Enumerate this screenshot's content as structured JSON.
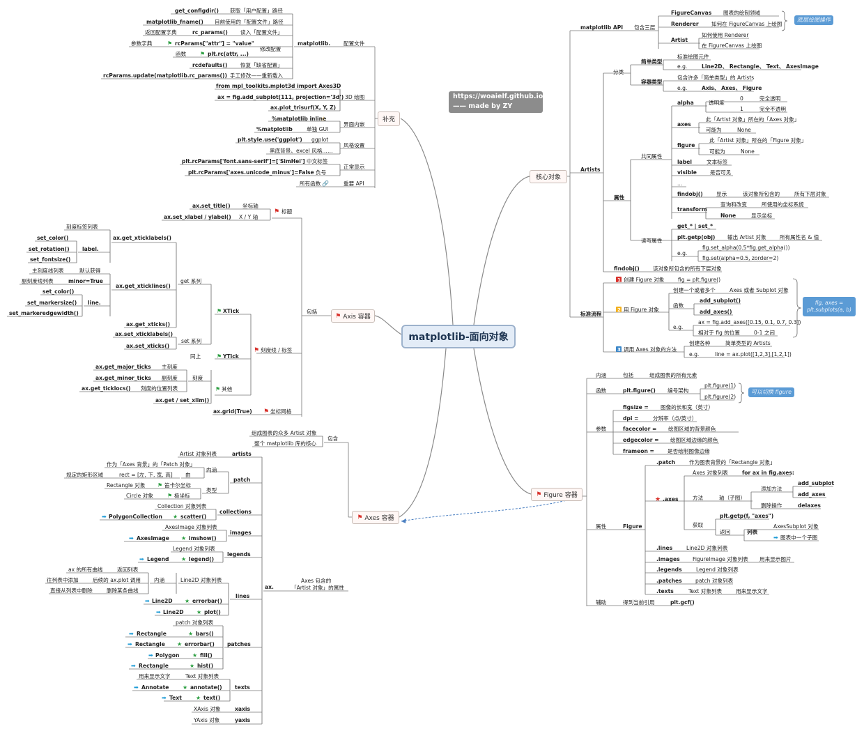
{
  "center": {
    "title": "matplotlib-面向对象"
  },
  "banner": {
    "line1": "https://woaielf.github.io/",
    "line2": "—— made by ZY"
  },
  "main_nodes": {
    "buchong": "补充",
    "axis": "Axis 容器",
    "axes": "Axes 容器",
    "core": "核心对象",
    "figure": "Figure 容器"
  },
  "blue_notes": {
    "bottom_layer": "底层绘图操作",
    "fig_axes": "fig, axes = plt.subplots(a, b)",
    "switch_figure": "可以切换 figure"
  },
  "labels": {
    "t1": "get_configdir()",
    "t2": "获取「用户配置」路径",
    "t3": "matplotlib_fname()",
    "t4": "目前使用的「配置文件」路径",
    "t5": "返回配置字典",
    "t6": "rc_params()",
    "t7": "读入「配置文件」",
    "t8": "参数字典",
    "t9": "rcParams[\"attr\"] = \"value\"",
    "t10": "函数",
    "t11": "plt.rc(attr, ...)",
    "t12": "修改配置",
    "t13": "rcdefaults()",
    "t14": "恢复「缺省配置」",
    "t15": "rcParams.update(matplotlib.rc_params())",
    "t16": "手工修改——重新载入",
    "t17": "matplotlib.",
    "t18": "配置文件",
    "t19": "from mpl_toolkits.mplot3d import Axes3D",
    "t20": "ax = fig.add_subplot(111, projection='3d')",
    "t21": "3D 绘图",
    "t22": "ax.plot_trisurf(X, Y, Z)",
    "t23": "%matplotlib inline",
    "t24": "%matplotlib",
    "t25": "单独 GUI",
    "t26": "界面内嵌",
    "t27": "plt.style.use('ggplot')",
    "t28": "ggplot",
    "t29": "黑底背景、excel 风格……",
    "t30": "风格设置",
    "t31": "plt.rcParams['font.sans-serif']=['SimHei']",
    "t32": "中文标签",
    "t33": "plt.rcParams['axes.unicode_minus']=False",
    "t34": "负号",
    "t35": "正常显示",
    "t36": "所有函数",
    "t37": "重要 API",
    "a1": "ax.set_title()",
    "a2": "坐标轴",
    "a3": "标题",
    "a4": "ax.set_xlabel / ylabel()",
    "a5": "X / Y 轴",
    "a6": "刻度标签列表",
    "a7": "ax.get_xticklabels()",
    "a8": "set_color()",
    "a9": "set_rotation()",
    "a10": "label.",
    "a11": "set_fontsize()",
    "a12": "主刻度线列表",
    "a13": "默认获得",
    "a14": "副刻度线列表",
    "a15": "minor=True",
    "a16": "ax.get_xticklines()",
    "a17": "set_color()",
    "a18": "set_markersize()",
    "a19": "line.",
    "a20": "set_markeredgewidth()",
    "a21": "get 系列",
    "a22": "XTick",
    "a23": "ax.get_xticks()",
    "a24": "ax.set_xticklabels()",
    "a25": "ax.set_xticks()",
    "a26": "set 系列",
    "a27": "同上",
    "a28": "YTick",
    "a29": "刻度线 / 标签",
    "a30": "包括",
    "a31": "ax.get_major_ticks",
    "a32": "主刻度",
    "a33": "ax.get_minor_ticks",
    "a34": "副刻度",
    "a35": "刻度",
    "a36": "ax.get_ticklocs()",
    "a37": "刻度的位置列表",
    "a38": "ax.get / set_xlim()",
    "a39": "其他",
    "a40": "ax.grid(True)",
    "a41": "坐标网格",
    "x1": "组成图表的众多 Artist 对象",
    "x2": "整个 matplotlib 库的核心",
    "x3": "包含",
    "x4": "Artist 对象列表",
    "x5": "artists",
    "x6": "作为「Axes 背景」的「Patch 对象」",
    "x7": "内涵",
    "x8": "规定的矩形区域",
    "x9": "rect = [左, 下, 宽, 高]",
    "x10": "由",
    "x11": "Rectangle 对象",
    "x12": "笛卡尔坐标",
    "x13": "类型",
    "x14": "patch",
    "x15": "Circle 对象",
    "x16": "极坐标",
    "x17": "Collection 对象列表",
    "x18": "PolygonCollection",
    "x19": "scatter()",
    "x20": "collections",
    "x21": "AxesImage 对象列表",
    "x22": "AxesImage",
    "x23": "imshow()",
    "x24": "images",
    "x25": "Legend 对象列表",
    "x26": "Legend",
    "x27": "legend()",
    "x28": "legends",
    "x29": "ax 的所有曲线",
    "x30": "返回列表",
    "x31": "往列表中添加",
    "x32": "后续的 ax.plot 调用",
    "x33": "内涵",
    "x34": "Line2D 对象列表",
    "x35": "直接从列表中删除",
    "x36": "删除某条曲线",
    "x37": "Line2D",
    "x38": "errorbar()",
    "x39": "lines",
    "x40": "Line2D",
    "x41": "plot()",
    "x42": "ax.",
    "x43": "Axes 包含的",
    "x44": "「Artist 对象」的属性",
    "x45": "patch 对象列表",
    "x46": "Rectangle",
    "x47": "bars()",
    "x48": "Rectangle",
    "x49": "errorbar()",
    "x50": "patches",
    "x51": "Polygon",
    "x52": "fill()",
    "x53": "Rectangle",
    "x54": "hist()",
    "x55": "用来显示文字",
    "x56": "Text 对象列表",
    "x57": "Annotate",
    "x58": "annotate()",
    "x59": "texts",
    "x60": "Text",
    "x61": "text()",
    "x62": "XAxis 对象",
    "x63": "xaxis",
    "x64": "YAxis 对象",
    "x65": "yaxis",
    "c1": "matplotlib API",
    "c2": "包含三层",
    "c3": "FigureCanvas",
    "c4": "图表的绘制领域",
    "c5": "Renderer",
    "c6": "如何在 FigureCanvas 上绘图",
    "c7": "Artist",
    "c8": "如何使用 Renderer",
    "c9": "在 FigureCanvas 上绘图",
    "c10": "标准绘图元件",
    "c11": "简单类型",
    "c12": "e.g.",
    "c13": "Line2D、 Rectangle、 Text、 AxesImage",
    "c14": "分类",
    "c15": "包含许多「简单类型」的 Artists",
    "c16": "容器类型",
    "c17": "e.g.",
    "c18": "Axis、 Axes、 Figure",
    "c19": "alpha",
    "c20": "透明度",
    "c21": "0",
    "c22": "完全透明",
    "c23": "1",
    "c24": "完全不透明",
    "c25": "axes",
    "c26": "此「Artist 对象」所在的「Axes 对象」",
    "c27": "可能为",
    "c28": "None",
    "c29": "figure",
    "c30": "此「Artist 对象」所在的「Figure 对象」",
    "c31": "可能为",
    "c32": "None",
    "c33": "共同属性",
    "c34": "label",
    "c35": "文本标签",
    "c36": "visible",
    "c37": "是否可见",
    "c38": "...",
    "c39": "findobj()",
    "c40": "显示",
    "c41": "该对象所包含的",
    "c42": "所有下层对象",
    "c43": "transform",
    "c44": "查询和改变",
    "c45": "所使用的坐标系统",
    "c46": "None",
    "c47": "显示坐标",
    "c48": "Artists",
    "c49": "属性",
    "c50": "get_* | set_*",
    "c51": "plt.getp(obj)",
    "c52": "输出 Artist 对象",
    "c53": "所有属性名 & 值",
    "c54": "读写属性",
    "c55": "e.g.",
    "c56": "fig.set_alpha(0.5*fig.get_alpha())",
    "c57": "fig.set(alpha=0.5, zorder=2)",
    "c58": "findobj()",
    "c59": "该对象所包含的所有下层对象",
    "c60": "1",
    "c61": "创建 Figure 对象",
    "c62": "fig = plt.figure()",
    "c63": "创建一个或者多个",
    "c64": "Axes 或者 Subplot 对象",
    "c65": "2",
    "c66": "用 Figure 对象",
    "c67": "函数",
    "c68": "add_subplot()",
    "c69": "add_axes()",
    "c70": "e.g.",
    "c71": "ax = fig.add_axes([0.15, 0.1, 0.7, 0.3])",
    "c72": "相对于 fig 的位置",
    "c73": "0-1 之间",
    "c74": "标准流程",
    "c75": "3",
    "c76": "调用 Axes 对象的方法",
    "c77": "创建各种",
    "c78": "简单类型的 Artists",
    "c79": "e.g.",
    "c80": "line = ax.plot([1,2,3],[1,2,1])",
    "f1": "内涵",
    "f2": "包括",
    "f3": "组成图表的所有元素",
    "f4": "函数",
    "f5": "plt.figure()",
    "f6": "编号架构",
    "f7": "plt.figure(1)",
    "f8": "plt.figure(2)",
    "f9": "figsize =",
    "f10": "图像的长和宽（英寸）",
    "f11": "dpi =",
    "f12": "分辨率（点/英寸）",
    "f13": "facecolor =",
    "f14": "绘图区域的背景颜色",
    "f15": "参数",
    "f16": "edgecolor =",
    "f17": "绘图区域边缘的颜色",
    "f18": "frameon =",
    "f19": "是否绘制图像边缘",
    "f20": ".patch",
    "f21": "作为图表背景的「Rectangle 对象」",
    "f22": "Axes 对象列表",
    "f23": "for ax in fig.axes:",
    "f24": "add_subplot",
    "f25": "添加方法",
    "f26": "add_axes",
    "f27": "方法",
    "f28": "轴（子图）",
    "f29": ".axes",
    "f30": "删除操作",
    "f31": "delaxes",
    "f32": "获取",
    "f33": "plt.getp(f, \"axes\")",
    "f34": "AxesSubplot 对象",
    "f35": "返回",
    "f36": "列表",
    "f37": "图表中一个子图",
    "f38": "属性",
    "f39": "Figure",
    "f40": ".lines",
    "f41": "Line2D 对象列表",
    "f42": ".images",
    "f43": "FigureImage 对象列表",
    "f44": "用来显示图片",
    "f45": ".legends",
    "f46": "Legend 对象列表",
    "f47": ".patches",
    "f48": "patch 对象列表",
    "f49": ".texts",
    "f50": "Text 对象列表",
    "f51": "用来显示文字",
    "f52": "辅助",
    "f53": "得到当前引用",
    "f54": "plt.gcf()"
  }
}
